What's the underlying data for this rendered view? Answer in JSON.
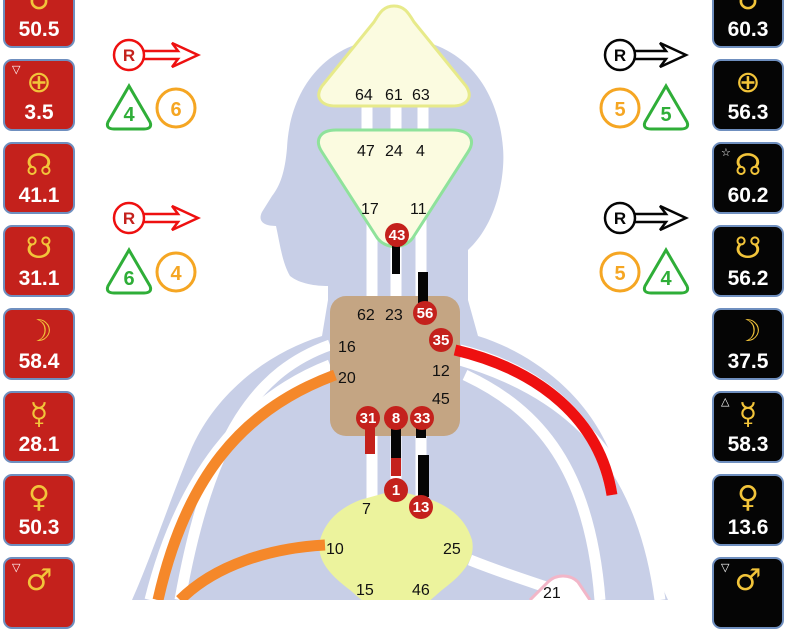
{
  "colors": {
    "body": "#c8cfe7",
    "channel": "#ffffff",
    "design_red": "#c4211c",
    "personality_black": "#050505",
    "orange": "#f5882a",
    "red_line": "#ee1010",
    "head": "#fbfbe0",
    "head_border": "#e7ea8a",
    "ajna_border": "#8fe29b",
    "throat": "#c4a583",
    "g_center": "#ecf39d",
    "spleen_border": "#f2b6c8",
    "green": "#2fae38",
    "gold": "#f5a623"
  },
  "design_planets": [
    {
      "glyph": "♁",
      "value": "50.5",
      "mark": ""
    },
    {
      "glyph": "⊕",
      "value": "3.5",
      "mark": "▽"
    },
    {
      "glyph": "☊",
      "value": "41.1",
      "mark": ""
    },
    {
      "glyph": "☋",
      "value": "31.1",
      "mark": ""
    },
    {
      "glyph": "☽",
      "value": "58.4",
      "mark": ""
    },
    {
      "glyph": "☿",
      "value": "28.1",
      "mark": ""
    },
    {
      "glyph": "♀",
      "value": "50.3",
      "mark": ""
    },
    {
      "glyph": "♂",
      "value": "",
      "mark": "▽"
    }
  ],
  "personality_planets": [
    {
      "glyph": "♁",
      "value": "60.3",
      "mark": ""
    },
    {
      "glyph": "⊕",
      "value": "56.3",
      "mark": ""
    },
    {
      "glyph": "☊",
      "value": "60.2",
      "mark": "☆"
    },
    {
      "glyph": "☋",
      "value": "56.2",
      "mark": ""
    },
    {
      "glyph": "☽",
      "value": "37.5",
      "mark": ""
    },
    {
      "glyph": "☿",
      "value": "58.3",
      "mark": "△"
    },
    {
      "glyph": "♀",
      "value": "13.6",
      "mark": ""
    },
    {
      "glyph": "♂",
      "value": "",
      "mark": "▽"
    }
  ],
  "variables": {
    "left_top": {
      "arrow": "R",
      "triangle": "4",
      "circle": "6"
    },
    "left_bottom": {
      "arrow": "R",
      "triangle": "6",
      "circle": "4"
    },
    "right_top": {
      "arrow": "R",
      "circle": "5",
      "triangle": "5"
    },
    "right_bottom": {
      "arrow": "R",
      "circle": "5",
      "triangle": "4"
    }
  },
  "gates": {
    "head": [
      "64",
      "61",
      "63"
    ],
    "ajna": [
      "47",
      "24",
      "4",
      "17",
      "11"
    ],
    "ajna_active": [
      "43"
    ],
    "throat": [
      "62",
      "23",
      "16",
      "20",
      "12",
      "45"
    ],
    "throat_active": [
      "56",
      "35",
      "31",
      "8",
      "33"
    ],
    "g": [
      "7",
      "10",
      "25",
      "15",
      "46"
    ],
    "g_active": [
      "1",
      "13"
    ],
    "spleen_partial": "21"
  }
}
